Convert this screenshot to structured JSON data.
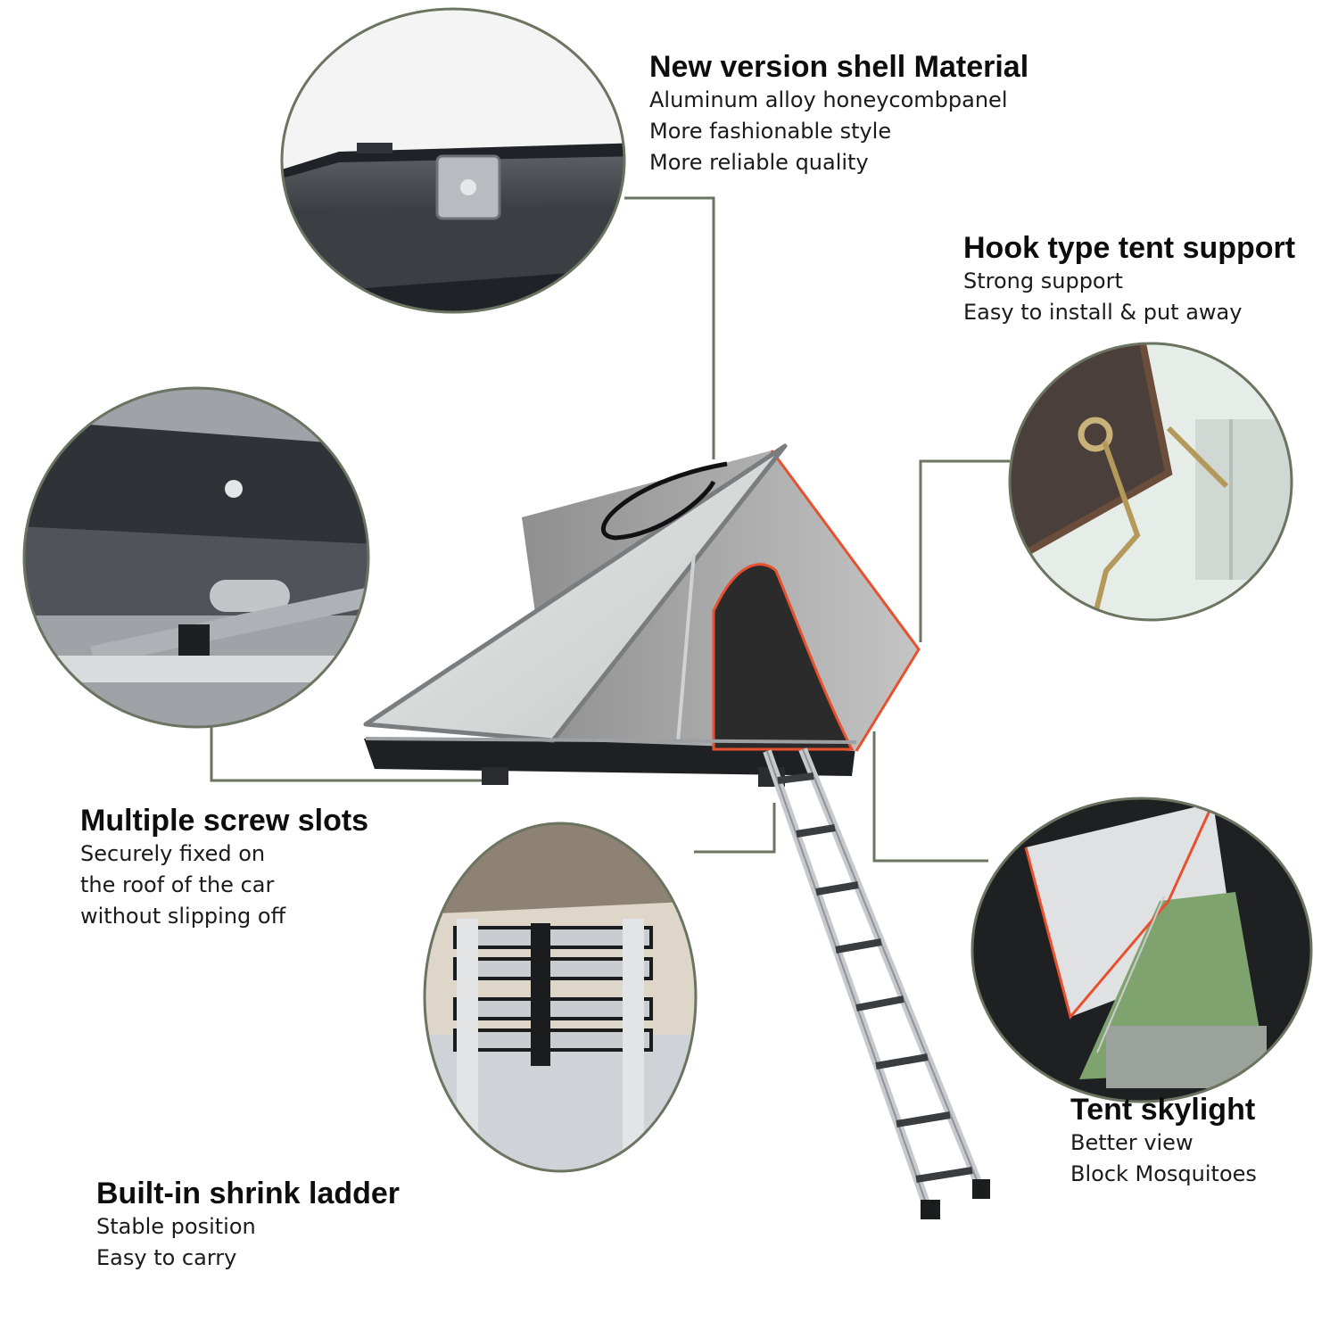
{
  "features": {
    "shell": {
      "title": "New version shell Material",
      "lines": [
        "Aluminum alloy honeycombpanel",
        "More fashionable style",
        "More reliable quality"
      ]
    },
    "hook": {
      "title": "Hook type tent support",
      "lines": [
        "Strong support",
        "Easy to install & put away"
      ]
    },
    "screw": {
      "title": "Multiple screw slots",
      "lines": [
        "Securely fixed on",
        "the roof of the car",
        "without slipping off"
      ]
    },
    "ladder": {
      "title": "Built-in shrink ladder",
      "lines": [
        "Stable position",
        "Easy to carry"
      ]
    },
    "skylight": {
      "title": "Tent skylight",
      "lines": [
        "Better view",
        "Block Mosquitoes"
      ]
    }
  },
  "colors": {
    "connector": "#6b7361",
    "tent_fabric": "#a7a7a7",
    "tent_shell": "#d8d9d9",
    "door": "#2b2b2b",
    "trim": "#e8502e"
  }
}
